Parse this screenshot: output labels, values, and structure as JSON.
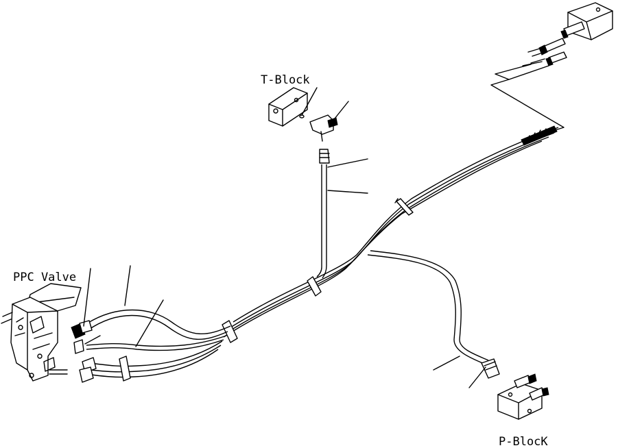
{
  "labels": {
    "t_block": "T-Block",
    "ppc_valve": "PPC Valve",
    "p_block": "P-BlocK"
  },
  "colors": {
    "line": "#000000",
    "background": "#ffffff"
  }
}
